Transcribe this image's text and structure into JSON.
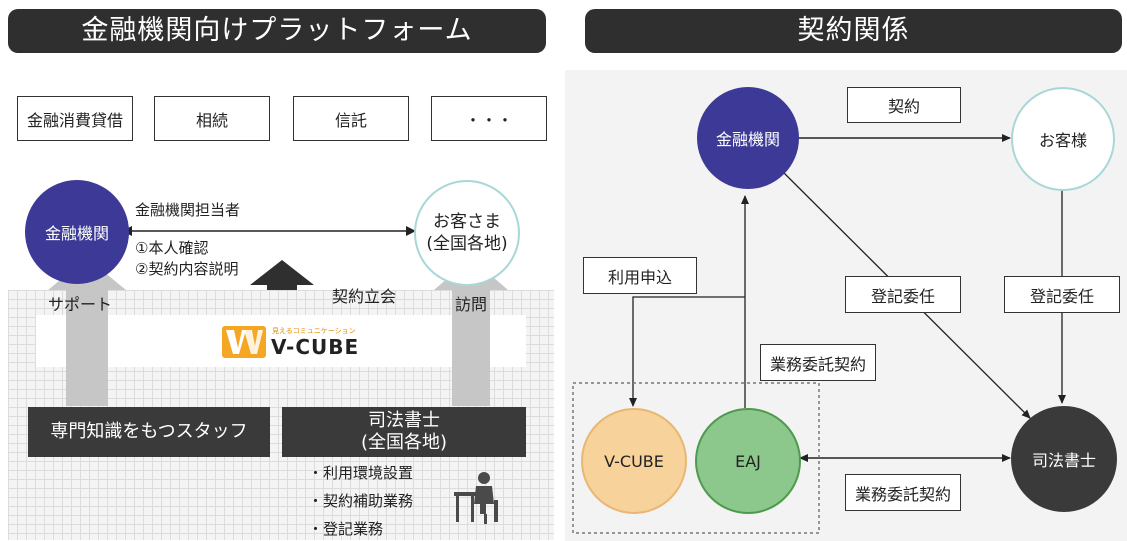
{
  "left": {
    "title": "金融機関向けプラットフォーム",
    "categories": [
      "金融消費貸借",
      "相続",
      "信託",
      "・・・"
    ],
    "bank_circle": "金融機関",
    "customer_circle_line1": "お客さま",
    "customer_circle_line2": "(全国各地)",
    "staff_label": "金融機関担当者",
    "task1": "①本人確認",
    "task2": "②契約内容説明",
    "support_label": "サポート",
    "witness_label": "契約立会",
    "visit_label": "訪問",
    "logo_small": "見えるコミュニケーション",
    "logo_text": "V-CUBE",
    "staff_bar": "専門知識をもつスタッフ",
    "scrivener_line1": "司法書士",
    "scrivener_line2": "(全国各地)",
    "duties": [
      "・利用環境設置",
      "・契約補助業務",
      "・登記業務"
    ],
    "colors": {
      "bank": "#3c3a96",
      "customer_border": "#a9d7d8",
      "dark": "#3a3a3a",
      "logo_orange": "#f5a623"
    }
  },
  "right": {
    "title": "契約関係",
    "bank": "金融機関",
    "customer": "お客様",
    "scrivener": "司法書士",
    "vcube": "V-CUBE",
    "eaj": "EAJ",
    "contract": "契約",
    "apply": "利用申込",
    "registration1": "登記委任",
    "registration2": "登記委任",
    "business1": "業務委託契約",
    "business2": "業務委託契約",
    "colors": {
      "bank": "#3c3a96",
      "vcube_fill": "#f7d29a",
      "vcube_border": "#e8b774",
      "eaj_fill": "#8cc88c",
      "eaj_border": "#4e9a4e",
      "scrivener": "#3a3a3a",
      "customer_border": "#a9d7d8"
    }
  }
}
